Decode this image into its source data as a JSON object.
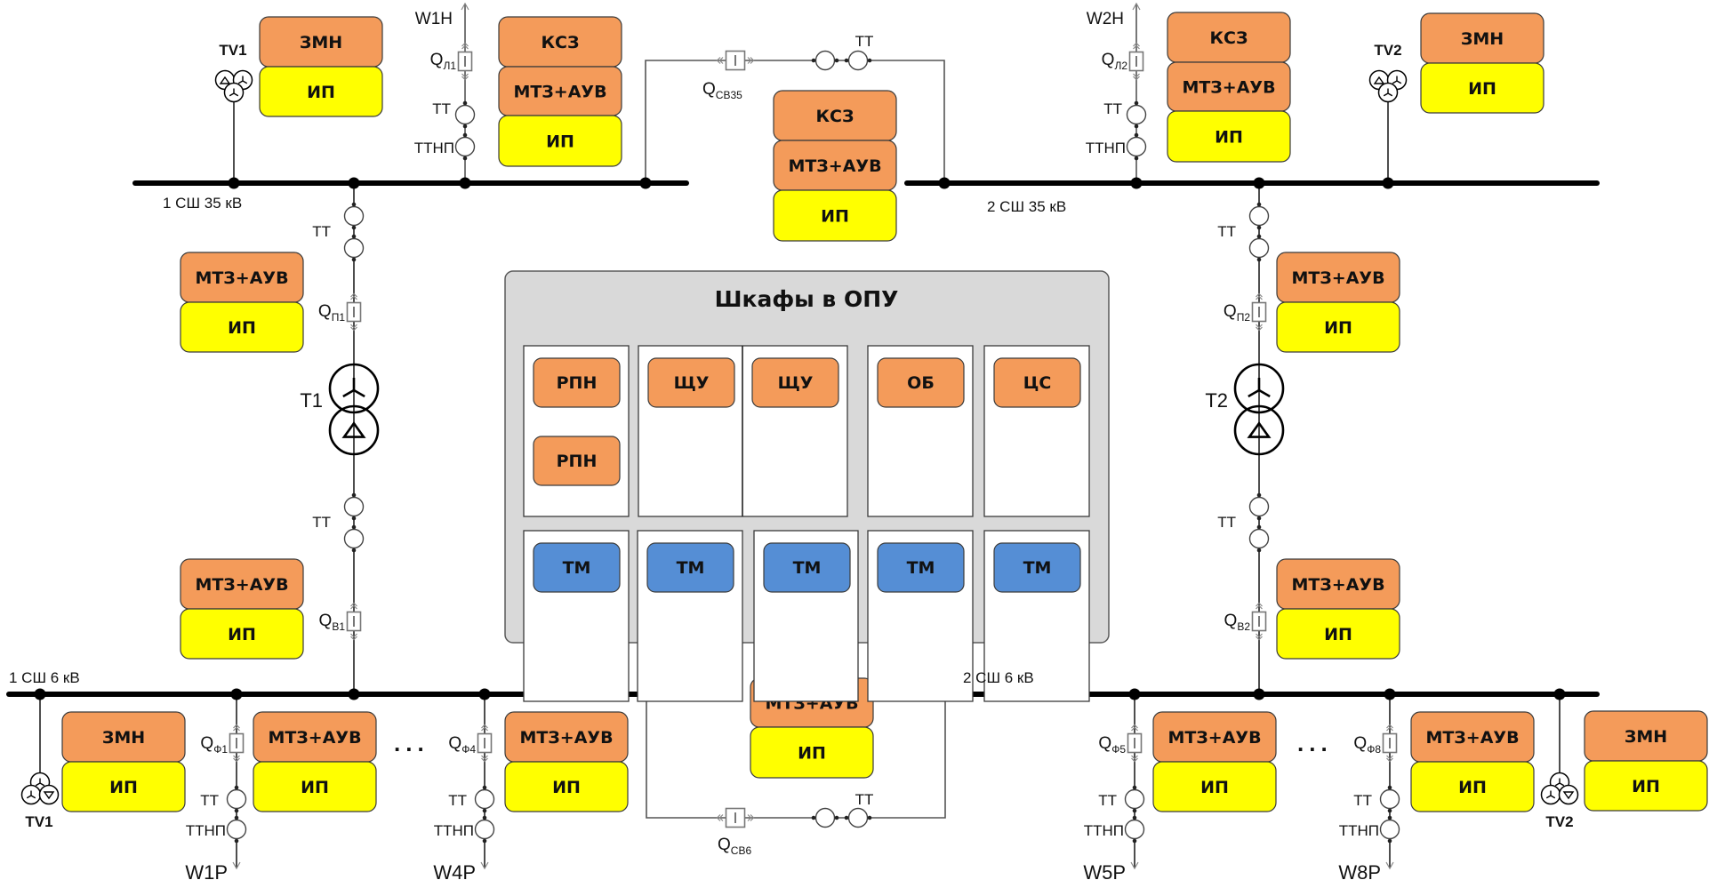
{
  "colors": {
    "protection": "#f49b5a",
    "power_supply": "#ffff00",
    "telemetry": "#558ed5",
    "panel": "#d9d9d9"
  },
  "buses": {
    "bus35_1": "1 СШ 35 кВ",
    "bus35_2": "2 СШ 35 кВ",
    "bus6_1": "1 СШ 6 кВ",
    "bus6_2": "2 СШ 6 кВ"
  },
  "transformers": {
    "t1": "Т1",
    "t2": "Т2"
  },
  "voltage_transformers": {
    "tv1_top": "TV1",
    "tv2_top": "TV2",
    "tv1_bottom": "TV1",
    "tv2_bottom": "TV2"
  },
  "lines": {
    "w1h": "W1H",
    "w2h": "W2H",
    "w1p": "W1P",
    "w4p": "W4P",
    "w5p": "W5P",
    "w8p": "W8P"
  },
  "breakers": {
    "ql1": {
      "main": "Q",
      "sub": "Л1"
    },
    "ql2": {
      "main": "Q",
      "sub": "Л2"
    },
    "qp1": {
      "main": "Q",
      "sub": "П1"
    },
    "qp2": {
      "main": "Q",
      "sub": "П2"
    },
    "qv1": {
      "main": "Q",
      "sub": "В1"
    },
    "qv2": {
      "main": "Q",
      "sub": "В2"
    },
    "qf1": {
      "main": "Q",
      "sub": "Ф1"
    },
    "qf4": {
      "main": "Q",
      "sub": "Ф4"
    },
    "qf5": {
      "main": "Q",
      "sub": "Ф5"
    },
    "qf8": {
      "main": "Q",
      "sub": "Ф8"
    },
    "qsv35": {
      "main": "Q",
      "sub": "СВ35"
    },
    "qsv6": {
      "main": "Q",
      "sub": "СВ6"
    }
  },
  "instrument_labels": {
    "ct": "ТТ",
    "zsct": "ТТНП"
  },
  "ellipsis": "...",
  "protection_blocks": {
    "ksz": "КСЗ",
    "mtz": "МТЗ+АУВ",
    "zmn": "ЗМН",
    "ip": "ИП"
  },
  "panel": {
    "title": "Шкафы в ОПУ",
    "top_row": [
      {
        "items": [
          "РПН",
          "РПН"
        ]
      },
      {
        "items": [
          "ЩУ"
        ]
      },
      {
        "items": [
          "ЩУ"
        ]
      },
      {
        "items": [
          "ОБ"
        ]
      },
      {
        "items": [
          "ЦС"
        ]
      }
    ],
    "bottom_row": [
      {
        "items": [
          "ТМ"
        ]
      },
      {
        "items": [
          "ТМ"
        ]
      },
      {
        "items": [
          "ТМ"
        ]
      },
      {
        "items": [
          "ТМ"
        ]
      },
      {
        "items": [
          "ТМ"
        ]
      }
    ]
  }
}
